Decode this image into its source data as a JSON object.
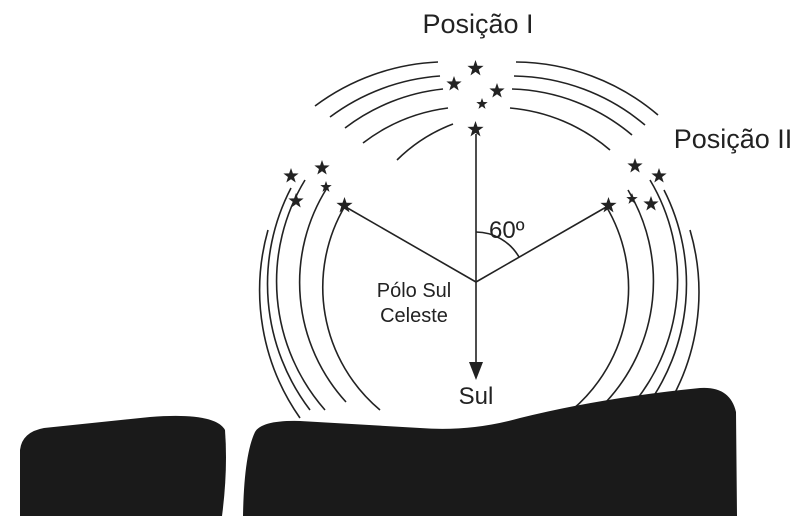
{
  "labels": {
    "position_1": "Posição I",
    "position_2": "Posição II",
    "angle": "60º",
    "pole_line1": "Pólo Sul",
    "pole_line2": "Celeste",
    "south": "Sul"
  },
  "angle_degrees": 60,
  "icons": {
    "star": "star-icon",
    "arrow": "arrow-down-icon"
  },
  "colors": {
    "ink": "#222222",
    "ground": "#1a1a1a",
    "background": "#ffffff"
  }
}
